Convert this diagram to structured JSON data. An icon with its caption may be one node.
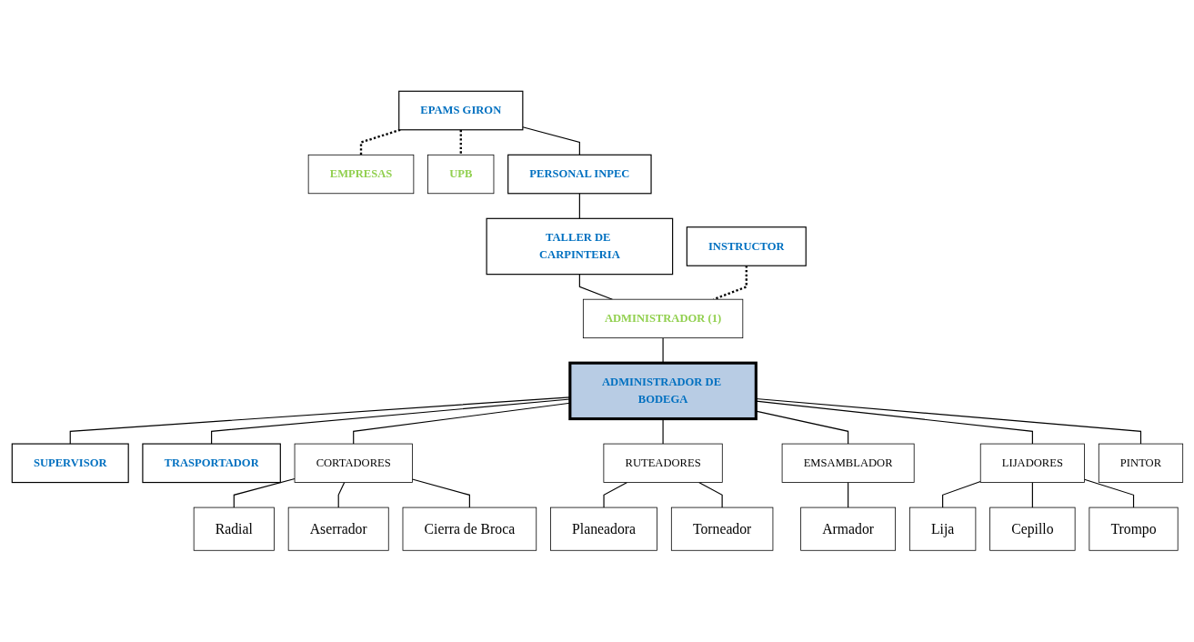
{
  "diagram": {
    "nodes": [
      {
        "text": [
          "EMPRESAS"
        ]
      },
      {
        "text": [
          "EPAMS GIRON"
        ]
      },
      {
        "text": [
          "UPB"
        ]
      },
      {
        "text": [
          "PERSONAL INPEC"
        ]
      },
      {
        "text": [
          "TALLER DE CARPINTERIA"
        ]
      },
      {
        "text": [
          "ADMINISTRADOR (1)"
        ]
      },
      {
        "text": [
          "INSTRUCTOR"
        ]
      },
      {
        "text": [
          "ADMINISTRADOR DE BODEGA"
        ]
      },
      {
        "text": [
          "SUPERVISOR"
        ]
      },
      {
        "text": [
          "TRASPORTADOR"
        ]
      },
      {
        "text": [
          "CORTADORES"
        ]
      },
      {
        "text": [
          "RUTEADORES"
        ]
      },
      {
        "text": [
          "EMSAMBLADOR"
        ]
      },
      {
        "text": [
          "LIJADORES"
        ]
      },
      {
        "text": [
          "PINTOR"
        ]
      },
      {
        "text": [
          "Radial"
        ]
      },
      {
        "text": [
          "Aserrador"
        ]
      },
      {
        "text": [
          "Cierra de Broca"
        ]
      },
      {
        "text": [
          "Planeadora"
        ]
      },
      {
        "text": [
          "Torneador"
        ]
      },
      {
        "text": [
          "Armador"
        ]
      },
      {
        "text": [
          "Lija"
        ]
      },
      {
        "text": [
          "Cepillo"
        ]
      },
      {
        "text": [
          "Trompo"
        ]
      }
    ],
    "edges": [
      {
        "from": 0,
        "to": 1,
        "arrow": "none",
        "style": "dashed"
      },
      {
        "from": 1,
        "to": 2,
        "arrow": "none",
        "style": "dashed"
      },
      {
        "from": 1,
        "to": 3,
        "arrow": "none"
      },
      {
        "from": 3,
        "to": 4,
        "arrow": "none"
      },
      {
        "from": 4,
        "to": 5,
        "arrow": "none"
      },
      {
        "from": 5,
        "to": 6,
        "arrow": "none",
        "style": "dashed"
      },
      {
        "from": 5,
        "to": 7,
        "arrow": "none"
      },
      {
        "from": 7,
        "to": 8,
        "arrow": "none"
      },
      {
        "from": 7,
        "to": 9,
        "arrow": "none"
      },
      {
        "from": 7,
        "to": 10,
        "arrow": "none"
      },
      {
        "from": 7,
        "to": 11,
        "arrow": "none"
      },
      {
        "from": 7,
        "to": 12,
        "arrow": "none"
      },
      {
        "from": 7,
        "to": 13,
        "arrow": "none"
      },
      {
        "from": 7,
        "to": 14,
        "arrow": "none"
      },
      {
        "from": 10,
        "to": 15,
        "arrow": "none"
      },
      {
        "from": 10,
        "to": 16,
        "arrow": "none"
      },
      {
        "from": 10,
        "to": 17,
        "arrow": "none"
      },
      {
        "from": 11,
        "to": 18,
        "arrow": "none"
      },
      {
        "from": 11,
        "to": 19,
        "arrow": "none"
      },
      {
        "from": 12,
        "to": 20,
        "arrow": "none"
      },
      {
        "from": 13,
        "to": 21,
        "arrow": "none"
      },
      {
        "from": 13,
        "to": 22,
        "arrow": "none"
      },
      {
        "from": 13,
        "to": 23,
        "arrow": "none"
      }
    ]
  }
}
